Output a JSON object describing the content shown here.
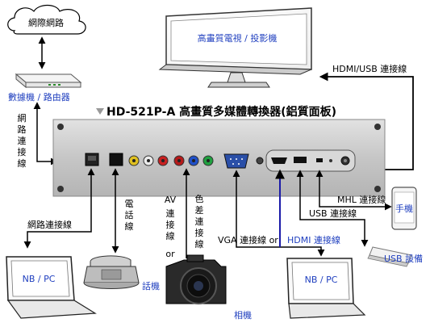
{
  "cloud_label": "網際網路",
  "modem_label": "數據機 / 路由器",
  "network_vertical": [
    "網",
    "路",
    "連",
    "接",
    "線"
  ],
  "tv_label": "高畫質電視 / 投影機",
  "hdmi_usb_label": "HDMI/USB 連接線",
  "title": "HD-521P-A 高畫質多媒體轉換器(鋁質面板)",
  "network_cable_label": "網路連接線",
  "phone_cable_vertical": [
    "電",
    "話",
    "線"
  ],
  "av_vertical": [
    "AV",
    "連",
    "接",
    "線",
    "or"
  ],
  "color_vertical": [
    "色",
    "差",
    "連",
    "接",
    "線"
  ],
  "vga_label": "VGA 連接線 or",
  "hdmi_label": "HDMI 連接線",
  "mhl_label": "MHL 連接線",
  "phone_device_label": "手機",
  "usb_cable_label": "USB 連接線",
  "usb_device_label": "USB 設備",
  "nb_left_label": "NB / PC",
  "telephone_label": "話機",
  "camera_label": "相機",
  "nb_right_label": "NB / PC",
  "colors": {
    "cable": "#000000",
    "hdmi_cable": "#1a1aa8",
    "panel": "#c8c8c8",
    "label_blue": "#1f3fbf"
  }
}
